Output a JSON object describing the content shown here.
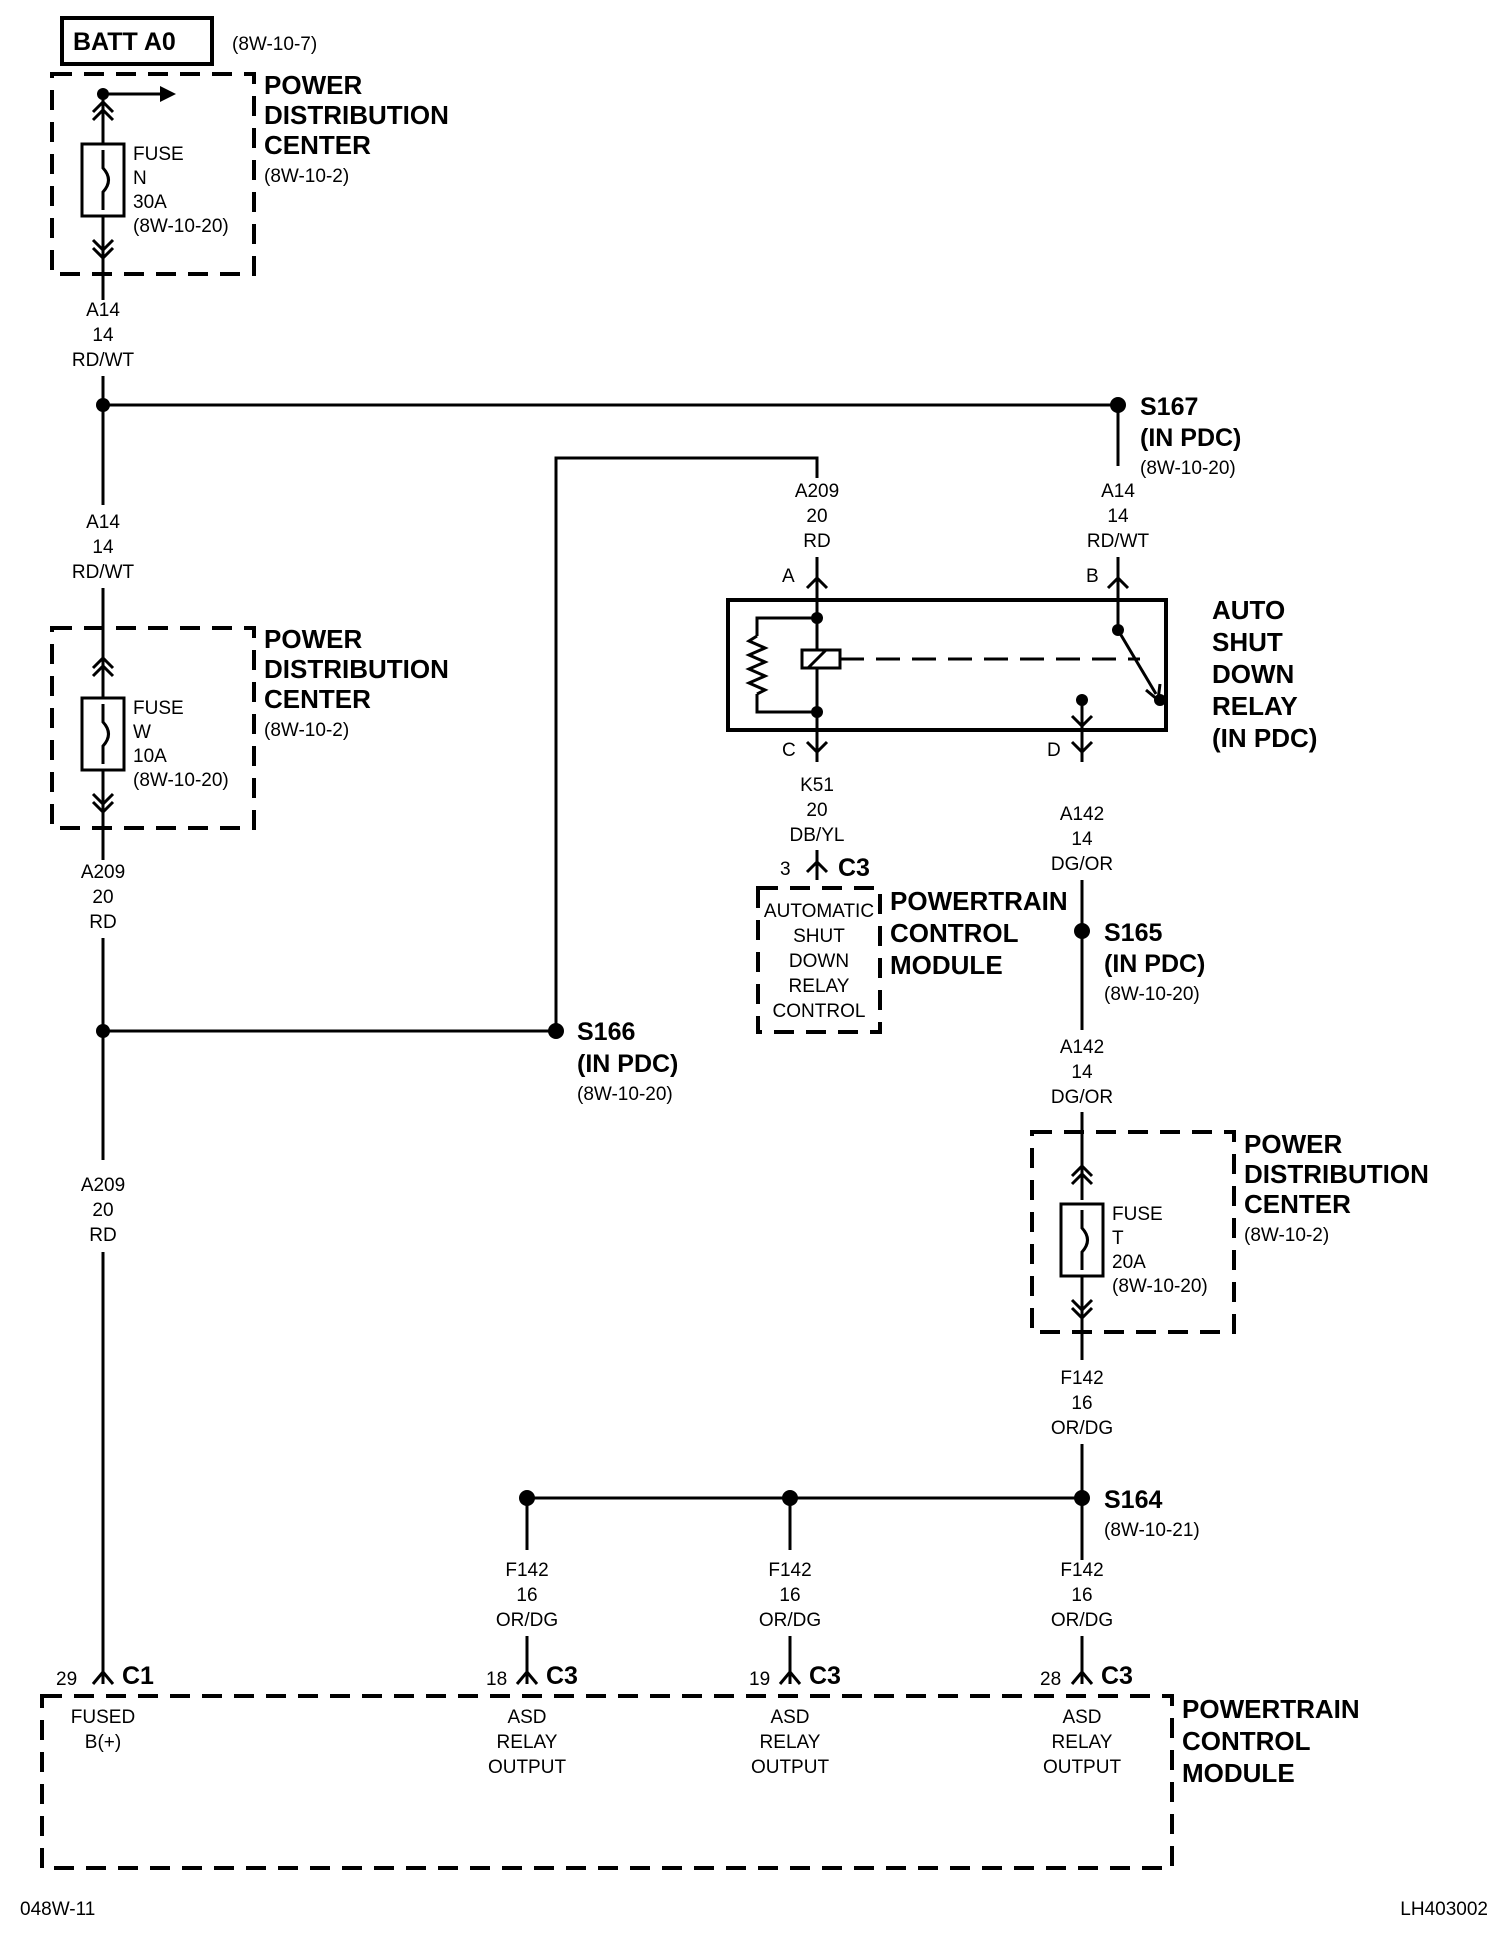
{
  "batt": {
    "label": "BATT A0",
    "ref": "(8W-10-7)"
  },
  "pdc1": {
    "title1": "POWER",
    "title2": "DISTRIBUTION",
    "title3": "CENTER",
    "ref": "(8W-10-2)",
    "fuse": [
      "FUSE",
      "N",
      "30A",
      "(8W-10-20)"
    ]
  },
  "pdc2": {
    "title1": "POWER",
    "title2": "DISTRIBUTION",
    "title3": "CENTER",
    "ref": "(8W-10-2)",
    "fuse": [
      "FUSE",
      "W",
      "10A",
      "(8W-10-20)"
    ]
  },
  "pdc3": {
    "title1": "POWER",
    "title2": "DISTRIBUTION",
    "title3": "CENTER",
    "ref": "(8W-10-2)",
    "fuse": [
      "FUSE",
      "T",
      "20A",
      "(8W-10-20)"
    ]
  },
  "wires": {
    "a14_top": [
      "A14",
      "14",
      "RD/WT"
    ],
    "a14_mid": [
      "A14",
      "14",
      "RD/WT"
    ],
    "a209_left1": [
      "A209",
      "20",
      "RD"
    ],
    "a209_left2": [
      "A209",
      "20",
      "RD"
    ],
    "a209_relay": [
      "A209",
      "20",
      "RD"
    ],
    "a14_relay": [
      "A14",
      "14",
      "RD/WT"
    ],
    "k51": [
      "K51",
      "20",
      "DB/YL"
    ],
    "a142_upper": [
      "A142",
      "14",
      "DG/OR"
    ],
    "a142_lower": [
      "A142",
      "14",
      "DG/OR"
    ],
    "f142_upper": [
      "F142",
      "16",
      "OR/DG"
    ],
    "f142_a": [
      "F142",
      "16",
      "OR/DG"
    ],
    "f142_b": [
      "F142",
      "16",
      "OR/DG"
    ],
    "f142_c": [
      "F142",
      "16",
      "OR/DG"
    ]
  },
  "splices": {
    "s167": {
      "name": "S167",
      "loc": "(IN PDC)",
      "ref": "(8W-10-20)"
    },
    "s166": {
      "name": "S166",
      "loc": "(IN PDC)",
      "ref": "(8W-10-20)"
    },
    "s165": {
      "name": "S165",
      "loc": "(IN PDC)",
      "ref": "(8W-10-20)"
    },
    "s164": {
      "name": "S164",
      "ref": "(8W-10-21)"
    }
  },
  "relay": {
    "title": [
      "AUTO",
      "SHUT",
      "DOWN",
      "RELAY",
      "(IN PDC)"
    ],
    "pins": {
      "a": "A",
      "b": "B",
      "c": "C",
      "d": "D"
    }
  },
  "pcm_small": {
    "pin": "3",
    "conn": "C3",
    "inner": [
      "AUTOMATIC",
      "SHUT",
      "DOWN",
      "RELAY",
      "CONTROL"
    ],
    "title": [
      "POWERTRAIN",
      "CONTROL",
      "MODULE"
    ]
  },
  "pcm_main": {
    "title": [
      "POWERTRAIN",
      "CONTROL",
      "MODULE"
    ],
    "pins": [
      {
        "pin": "29",
        "conn": "C1",
        "text": [
          "FUSED",
          "B(+)"
        ]
      },
      {
        "pin": "18",
        "conn": "C3",
        "text": [
          "ASD",
          "RELAY",
          "OUTPUT"
        ]
      },
      {
        "pin": "19",
        "conn": "C3",
        "text": [
          "ASD",
          "RELAY",
          "OUTPUT"
        ]
      },
      {
        "pin": "28",
        "conn": "C3",
        "text": [
          "ASD",
          "RELAY",
          "OUTPUT"
        ]
      }
    ]
  },
  "footer": {
    "left": "048W-11",
    "right": "LH403002"
  }
}
